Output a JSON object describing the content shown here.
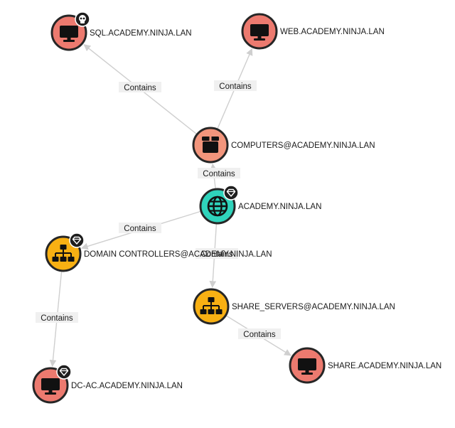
{
  "colors": {
    "computer": "#ec7a6f",
    "domain": "#2fd3bb",
    "ou": "#f8b013",
    "container": "#f2957c",
    "node_stroke": "#262626",
    "badge": "#1e1e1e",
    "edge": "#cfcfcf",
    "label_bg": "#f0f0f0"
  },
  "nodes": {
    "sql": {
      "label": "SQL.ACADEMY.NINJA.LAN",
      "type": "computer",
      "icon": "monitor-icon",
      "badge": "skull-icon"
    },
    "web": {
      "label": "WEB.ACADEMY.NINJA.LAN",
      "type": "computer",
      "icon": "monitor-icon",
      "badge": ""
    },
    "computers": {
      "label": "COMPUTERS@ACADEMY.NINJA.LAN",
      "type": "container",
      "icon": "box-icon",
      "badge": ""
    },
    "academy": {
      "label": "ACADEMY.NINJA.LAN",
      "type": "domain",
      "icon": "globe-icon",
      "badge": "gem-icon"
    },
    "dc_ou": {
      "label": "DOMAIN CONTROLLERS@ACADEMY.NINJA.LAN",
      "type": "ou",
      "icon": "sitemap-icon",
      "badge": "gem-icon"
    },
    "share_servers": {
      "label": "SHARE_SERVERS@ACADEMY.NINJA.LAN",
      "type": "ou",
      "icon": "sitemap-icon",
      "badge": ""
    },
    "share": {
      "label": "SHARE.ACADEMY.NINJA.LAN",
      "type": "computer",
      "icon": "monitor-icon",
      "badge": ""
    },
    "dc_ac": {
      "label": "DC-AC.ACADEMY.NINJA.LAN",
      "type": "computer",
      "icon": "monitor-icon",
      "badge": "gem-icon"
    }
  },
  "edges": [
    {
      "from": "computers",
      "to": "sql",
      "label": "Contains"
    },
    {
      "from": "computers",
      "to": "web",
      "label": "Contains"
    },
    {
      "from": "academy",
      "to": "computers",
      "label": "Contains"
    },
    {
      "from": "academy",
      "to": "dc_ou",
      "label": "Contains"
    },
    {
      "from": "academy",
      "to": "share_servers",
      "label": "Contains"
    },
    {
      "from": "share_servers",
      "to": "share",
      "label": "Contains"
    },
    {
      "from": "dc_ou",
      "to": "dc_ac",
      "label": "Contains"
    }
  ]
}
